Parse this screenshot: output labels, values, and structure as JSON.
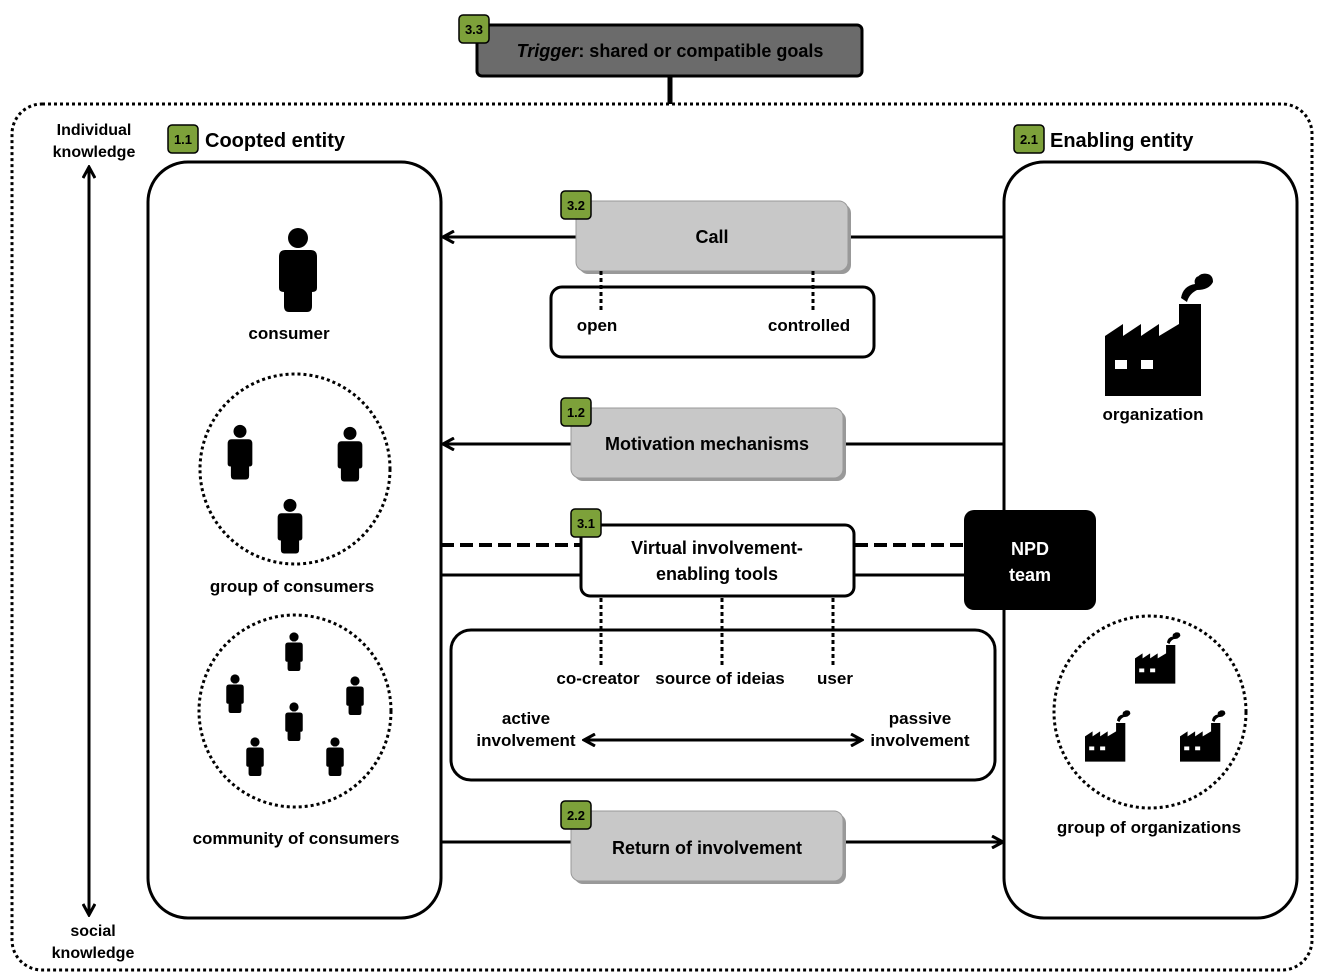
{
  "colors": {
    "badge": "#7da13a",
    "trigger_box": "#6b6b6b",
    "grey_box": "#c8c8c8",
    "npd_box": "#000000"
  },
  "trigger": {
    "badge": "3.3",
    "italic_part": "Trigger",
    "rest": ": shared or compatible goals"
  },
  "axis": {
    "top_line1": "Individual",
    "top_line2": "knowledge",
    "bottom_line1": "social",
    "bottom_line2": "knowledge"
  },
  "coopted": {
    "badge": "1.1",
    "title": "Coopted entity",
    "consumer_label": "consumer",
    "group_label": "group of consumers",
    "community_label": "community of consumers"
  },
  "enabling": {
    "badge": "2.1",
    "title": "Enabling entity",
    "organization_label": "organization",
    "group_label": "group of organizations"
  },
  "call": {
    "badge": "3.2",
    "label": "Call",
    "open": "open",
    "controlled": "controlled"
  },
  "motivation": {
    "badge": "1.2",
    "label": "Motivation mechanisms"
  },
  "tools": {
    "badge": "3.1",
    "line1": "Virtual involvement-",
    "line2": "enabling tools",
    "roles": [
      "co-creator",
      "source of ideias",
      "user"
    ],
    "active_line1": "active",
    "active_line2": "involvement",
    "passive_line1": "passive",
    "passive_line2": "involvement"
  },
  "npd": {
    "line1": "NPD",
    "line2": "team"
  },
  "return_box": {
    "badge": "2.2",
    "label": "Return of involvement"
  },
  "icons": {
    "person": "person-icon",
    "factory": "factory-icon"
  }
}
